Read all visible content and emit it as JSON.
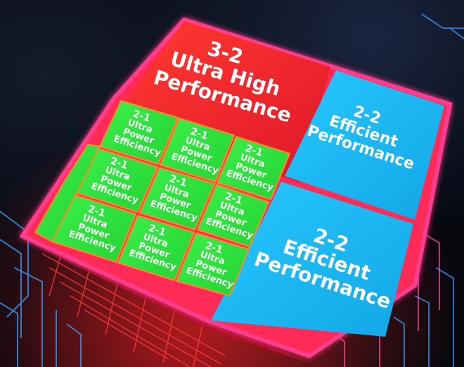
{
  "chip": {
    "ultra_high": {
      "lines": [
        "3-2",
        "Ultra High",
        "Performance"
      ],
      "color": "#ff2a2a"
    },
    "efficient_top": {
      "lines": [
        "2-2",
        "Efficient",
        "Performance"
      ],
      "color": "#19b8f0"
    },
    "efficient_bottom": {
      "lines": [
        "2-2",
        "Efficient",
        "Performance"
      ],
      "color": "#19b8f0"
    },
    "power_efficiency_cores": {
      "lines": [
        "2-1",
        "Ultra",
        "Power",
        "Efficiency"
      ],
      "count": 10,
      "color": "#2ee63a"
    },
    "border_color": "#ff3c8c"
  }
}
